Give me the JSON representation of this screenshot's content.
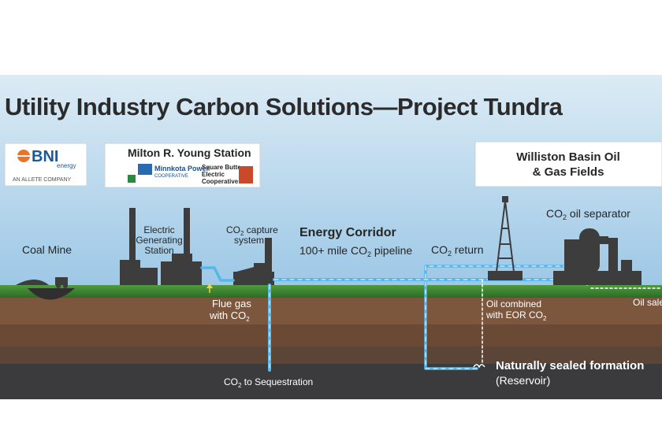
{
  "title": "Utility Industry Carbon Solutions—Project Tundra",
  "logos": {
    "bni": {
      "name": "BNI",
      "sub": "energy",
      "tagline": "AN ALLETE COMPANY"
    },
    "milton": {
      "title": "Milton R. Young Station",
      "minnkota": "Minnkota Power",
      "cooperative": "COOPERATIVE",
      "square_butte": "Square Butte",
      "electric": "Electric",
      "cooperative2": "Cooperative"
    },
    "williston": {
      "line1": "Williston Basin Oil",
      "line2": "& Gas Fields"
    }
  },
  "labels": {
    "coal_mine": "Coal Mine",
    "generating_station": [
      "Electric",
      "Generating",
      "Station"
    ],
    "capture": {
      "pre": "CO",
      "sub": "2",
      "post": " capture",
      "line2": "system"
    },
    "energy_corridor": "Energy Corridor",
    "pipeline": {
      "pre": "100+ mile CO",
      "sub": "2",
      "post": " pipeline"
    },
    "co2_return": {
      "pre": "CO",
      "sub": "2",
      "post": " return"
    },
    "oil_separator": {
      "pre": "CO",
      "sub": "2",
      "post": " oil separator"
    },
    "flue_gas": {
      "line1": "Flue gas",
      "pre": "with CO",
      "sub": "2"
    },
    "sequestration": {
      "pre": "CO",
      "sub": "2",
      "post": " to Sequestration"
    },
    "oil_combined": {
      "line1": "Oil combined",
      "pre": "with EOR CO",
      "sub": "2"
    },
    "oil_sales": "Oil sale",
    "formation": "Naturally sealed formation",
    "reservoir": "(Reservoir)"
  }
}
